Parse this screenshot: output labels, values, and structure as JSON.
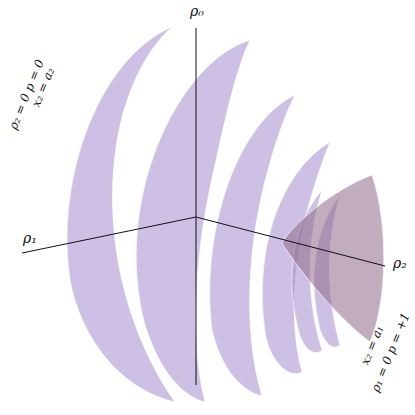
{
  "diagram": {
    "labels": [
      "ρ₀",
      "ρ₁",
      "ρ₂",
      "ρ₂ = 0  p = 0",
      "x₂ = a₂",
      "x₂ = a₁",
      "ρ₁ = 0  p = +1"
    ]
  }
}
